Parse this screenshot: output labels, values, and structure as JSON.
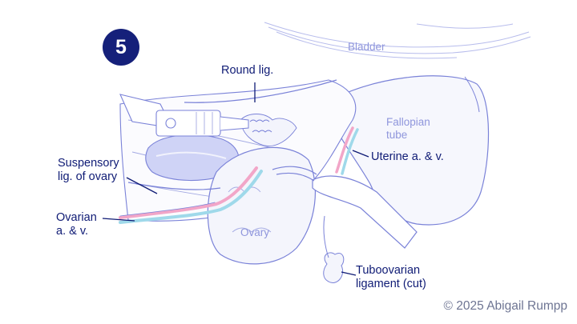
{
  "step_badge": "5",
  "labels": {
    "bladder": "Bladder",
    "round_lig": "Round lig.",
    "fallopian_tube": "Fallopian\ntube",
    "uterine_av": "Uterine a. & v.",
    "suspensory_lig": "Suspensory\nlig. of ovary",
    "ovarian_av": "Ovarian\na. & v.",
    "ovary": "Ovary",
    "tuboovarian_lig": "Tuboovarian\nligament (cut)"
  },
  "copyright": "© 2025 Abigail Rumpp",
  "colors": {
    "label_dark": "#0f1b75",
    "label_light": "#8f96dc",
    "line": "#7a82d8",
    "fill_light": "#e9ebfb",
    "artery": "#f2a6c8",
    "vein": "#9fd9ea",
    "badge": "#15207a"
  }
}
